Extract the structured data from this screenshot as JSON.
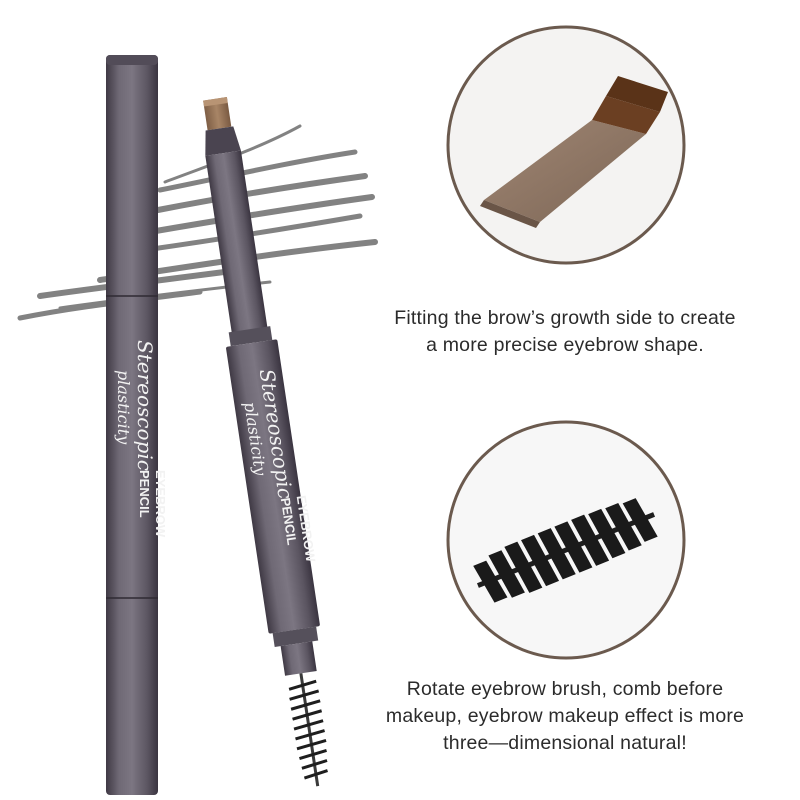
{
  "product": {
    "pencil_script_line1": "Stereoscopic",
    "pencil_script_line2": "plasticity",
    "pencil_label_line1": "EYEBROW",
    "pencil_label_line2": "PENCIL"
  },
  "features": [
    {
      "icon": "pencil-tip-closeup",
      "caption_lines": [
        "Fitting the brow’s growth side to create",
        "a more precise eyebrow shape."
      ]
    },
    {
      "icon": "spoolie-brush-closeup",
      "caption_lines": [
        "Rotate eyebrow brush, comb before",
        "makeup, eyebrow makeup effect is more",
        "three—dimensional natural!"
      ]
    }
  ],
  "colors": {
    "pencil_body": "#6a6470",
    "pencil_dark": "#46404c",
    "lead": "#9b7a5e",
    "circle_ring": "#6b5a4e",
    "stroke": "#6d6d6d"
  }
}
